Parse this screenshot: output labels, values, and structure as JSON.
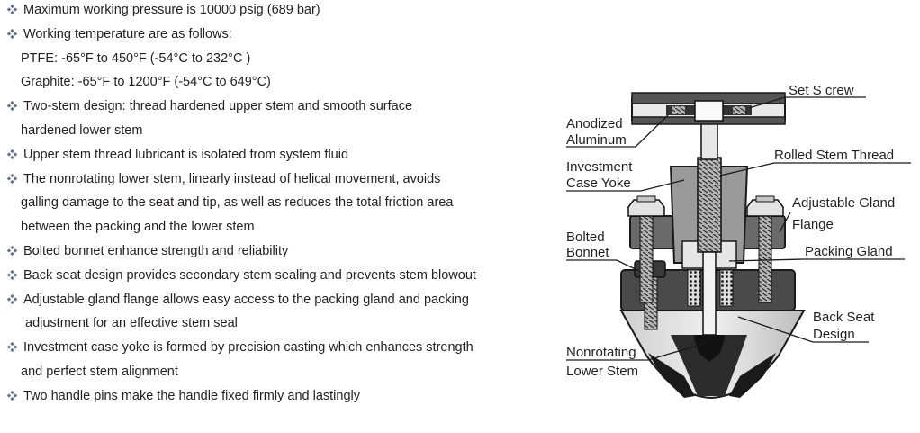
{
  "features": [
    {
      "text": "Maximum working pressure is 10000 psig (689 bar)",
      "bullet": true
    },
    {
      "text": "Working temperature are as follows:",
      "bullet": true
    },
    {
      "text": "PTFE: -65°F to 450°F (-54°C to 232°C )",
      "bullet": false
    },
    {
      "text": "Graphite:  -65°F to 1200°F (-54°C to 649°C)",
      "bullet": false
    },
    {
      "text": "Two-stem design: thread hardened upper stem and smooth surface",
      "bullet": true
    },
    {
      "text": "hardened lower stem",
      "bullet": false
    },
    {
      "text": "Upper stem thread lubricant is isolated from system fluid",
      "bullet": true
    },
    {
      "text": "The nonrotating lower stem, linearly instead of helical movement, avoids",
      "bullet": true
    },
    {
      "text": "galling damage to the seat and tip, as well as reduces  the total friction area",
      "bullet": false
    },
    {
      "text": "between the packing and the lower stem",
      "bullet": false
    },
    {
      "text": "Bolted bonnet enhance strength and reliability",
      "bullet": true
    },
    {
      "text": "Back seat design provides secondary stem sealing and prevents stem blowout",
      "bullet": true
    },
    {
      "text": "Adjustable gland flange allows easy access to the packing gland and packing",
      "bullet": true
    },
    {
      "text": "adjustment for an effective stem seal",
      "bullet": false
    },
    {
      "text": "Investment case yoke is formed by precision casting which enhances strength",
      "bullet": true
    },
    {
      "text": "and perfect stem alignment",
      "bullet": false
    },
    {
      "text": "Two handle pins make the handle fixed firmly and lastingly",
      "bullet": true
    }
  ],
  "diagram_labels": {
    "set_screw": "Set  S crew",
    "anodized": "Anodized",
    "aluminum": "Aluminum",
    "rolled_stem_thread": "Rolled  Stem  Thread",
    "investment": "Investment",
    "case_yoke": "Case  Yoke",
    "adjustable_gland": "Adjustable  Gland",
    "flange": "Flange",
    "bolted": "Bolted",
    "bonnet": "Bonnet",
    "packing_gland": "Packing  Gland",
    "back_seat": "Back  Seat",
    "design": "Design",
    "nonrotating": "Nonrotating",
    "lower_stem": "Lower  Stem"
  },
  "colors": {
    "text": "#231f20",
    "bullet": "#5b6f8f",
    "metal_dark": "#4a4a4a",
    "metal_mid": "#8c8c8c",
    "metal_light": "#d9d9d9",
    "outline": "#1a1a1a"
  }
}
